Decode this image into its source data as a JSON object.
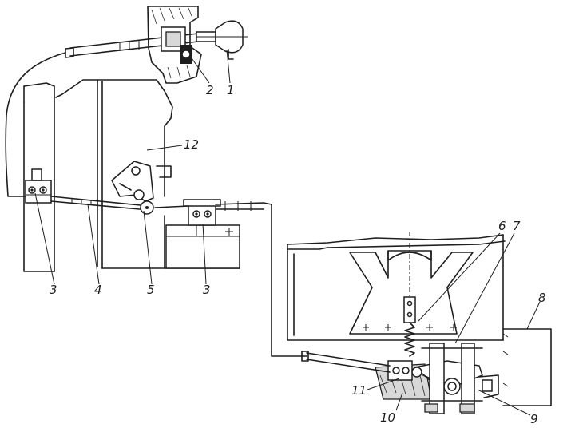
{
  "labels": {
    "l1": "1",
    "l2": "2",
    "l3a": "3",
    "l3b": "3",
    "l4": "4",
    "l5": "5",
    "l6": "6",
    "l7": "7",
    "l8": "8",
    "l9": "9",
    "l10": "10",
    "l11": "11",
    "l12": "12"
  },
  "colors": {
    "ink": "#1e1e1e",
    "paper": "#ffffff"
  }
}
